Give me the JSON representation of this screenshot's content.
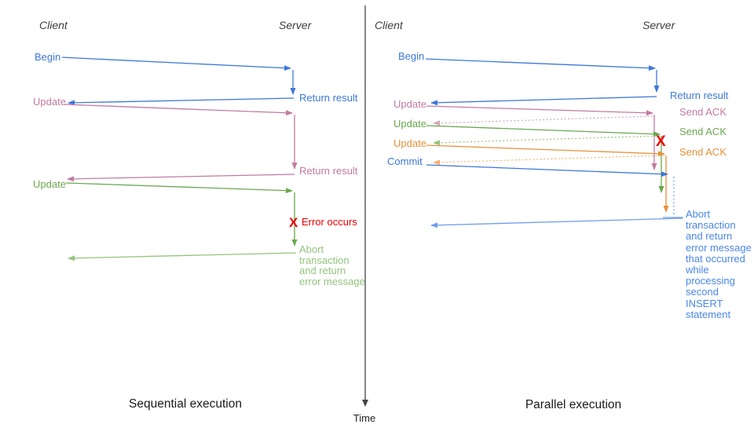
{
  "colors": {
    "blue": "#3c78d8",
    "light_blue": "#6d9eeb",
    "pink": "#c27ba0",
    "light_pink": "#d5a6bd",
    "green": "#6aa84f",
    "light_green": "#93c47d",
    "orange": "#e69138",
    "light_orange": "#f6b26b",
    "red": "#ee0000",
    "axis_gray": "#444444",
    "heading_gray": "#3d3d3d",
    "title_dark": "#1a1a1a"
  },
  "time_axis": {
    "label": "Time"
  },
  "left": {
    "title": "Sequential execution",
    "client": "Client",
    "server": "Server",
    "begin": "Begin",
    "return_result_1": "Return result",
    "update_1": "Update",
    "return_result_2": "Return result",
    "update_2": "Update",
    "error_mark": "X",
    "error_label": "Error occurs",
    "abort_lines": [
      "Abort",
      "transaction",
      "and return",
      "error message"
    ]
  },
  "right": {
    "title": "Parallel execution",
    "client": "Client",
    "server": "Server",
    "begin": "Begin",
    "return_result": "Return result",
    "update_1": "Update",
    "send_ack_1": "Send ACK",
    "update_2": "Update",
    "send_ack_2": "Send ACK",
    "update_3": "Update",
    "send_ack_3": "Send ACK",
    "commit": "Commit",
    "error_mark": "X",
    "abort_lines": [
      "Abort",
      "transaction",
      "and return",
      "error message",
      "that occurred",
      "while",
      "processing",
      "second",
      "INSERT",
      "statement"
    ]
  }
}
